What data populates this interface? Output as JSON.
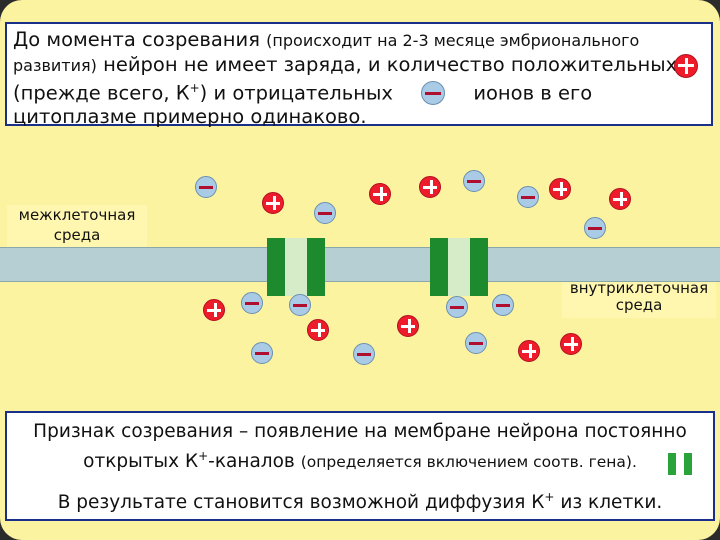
{
  "top_text": {
    "part1": "До момента созревания ",
    "part2": "(происходит на 2-3 месяце эмбрионального развития)",
    "part3": " нейрон не имеет заряда, и количество положительных",
    "part4": "(прежде всего, К",
    "part4_sup": "+",
    "part5": ") и отрицательных",
    "part6": "ионов в его цитоплазме примерно одинаково."
  },
  "labels": {
    "outside": "межклеточная среда",
    "inside": "внутриклеточная среда"
  },
  "bottom_text": {
    "line1": "Признак созревания – появление на мембране нейрона постоянно",
    "line2a": "открытых К",
    "line2_sup": "+",
    "line2b": "-каналов ",
    "line2_small": "(определяется включением соотв. гена).",
    "line3a": "В результате становится возможной диффузия К",
    "line3_sup": "+",
    "line3b": " из клетки."
  },
  "icons": {
    "positive_ion": "positive-ion-icon",
    "negative_ion": "negative-ion-icon",
    "open_channel": "pause-icon"
  },
  "colors": {
    "background": "#fbf3a0",
    "membrane": "#b6cfd3",
    "channel": "#1e8a2e",
    "positive": "#ee1c2a",
    "negative": "#a9cbe6",
    "border": "#1a2f8a"
  }
}
